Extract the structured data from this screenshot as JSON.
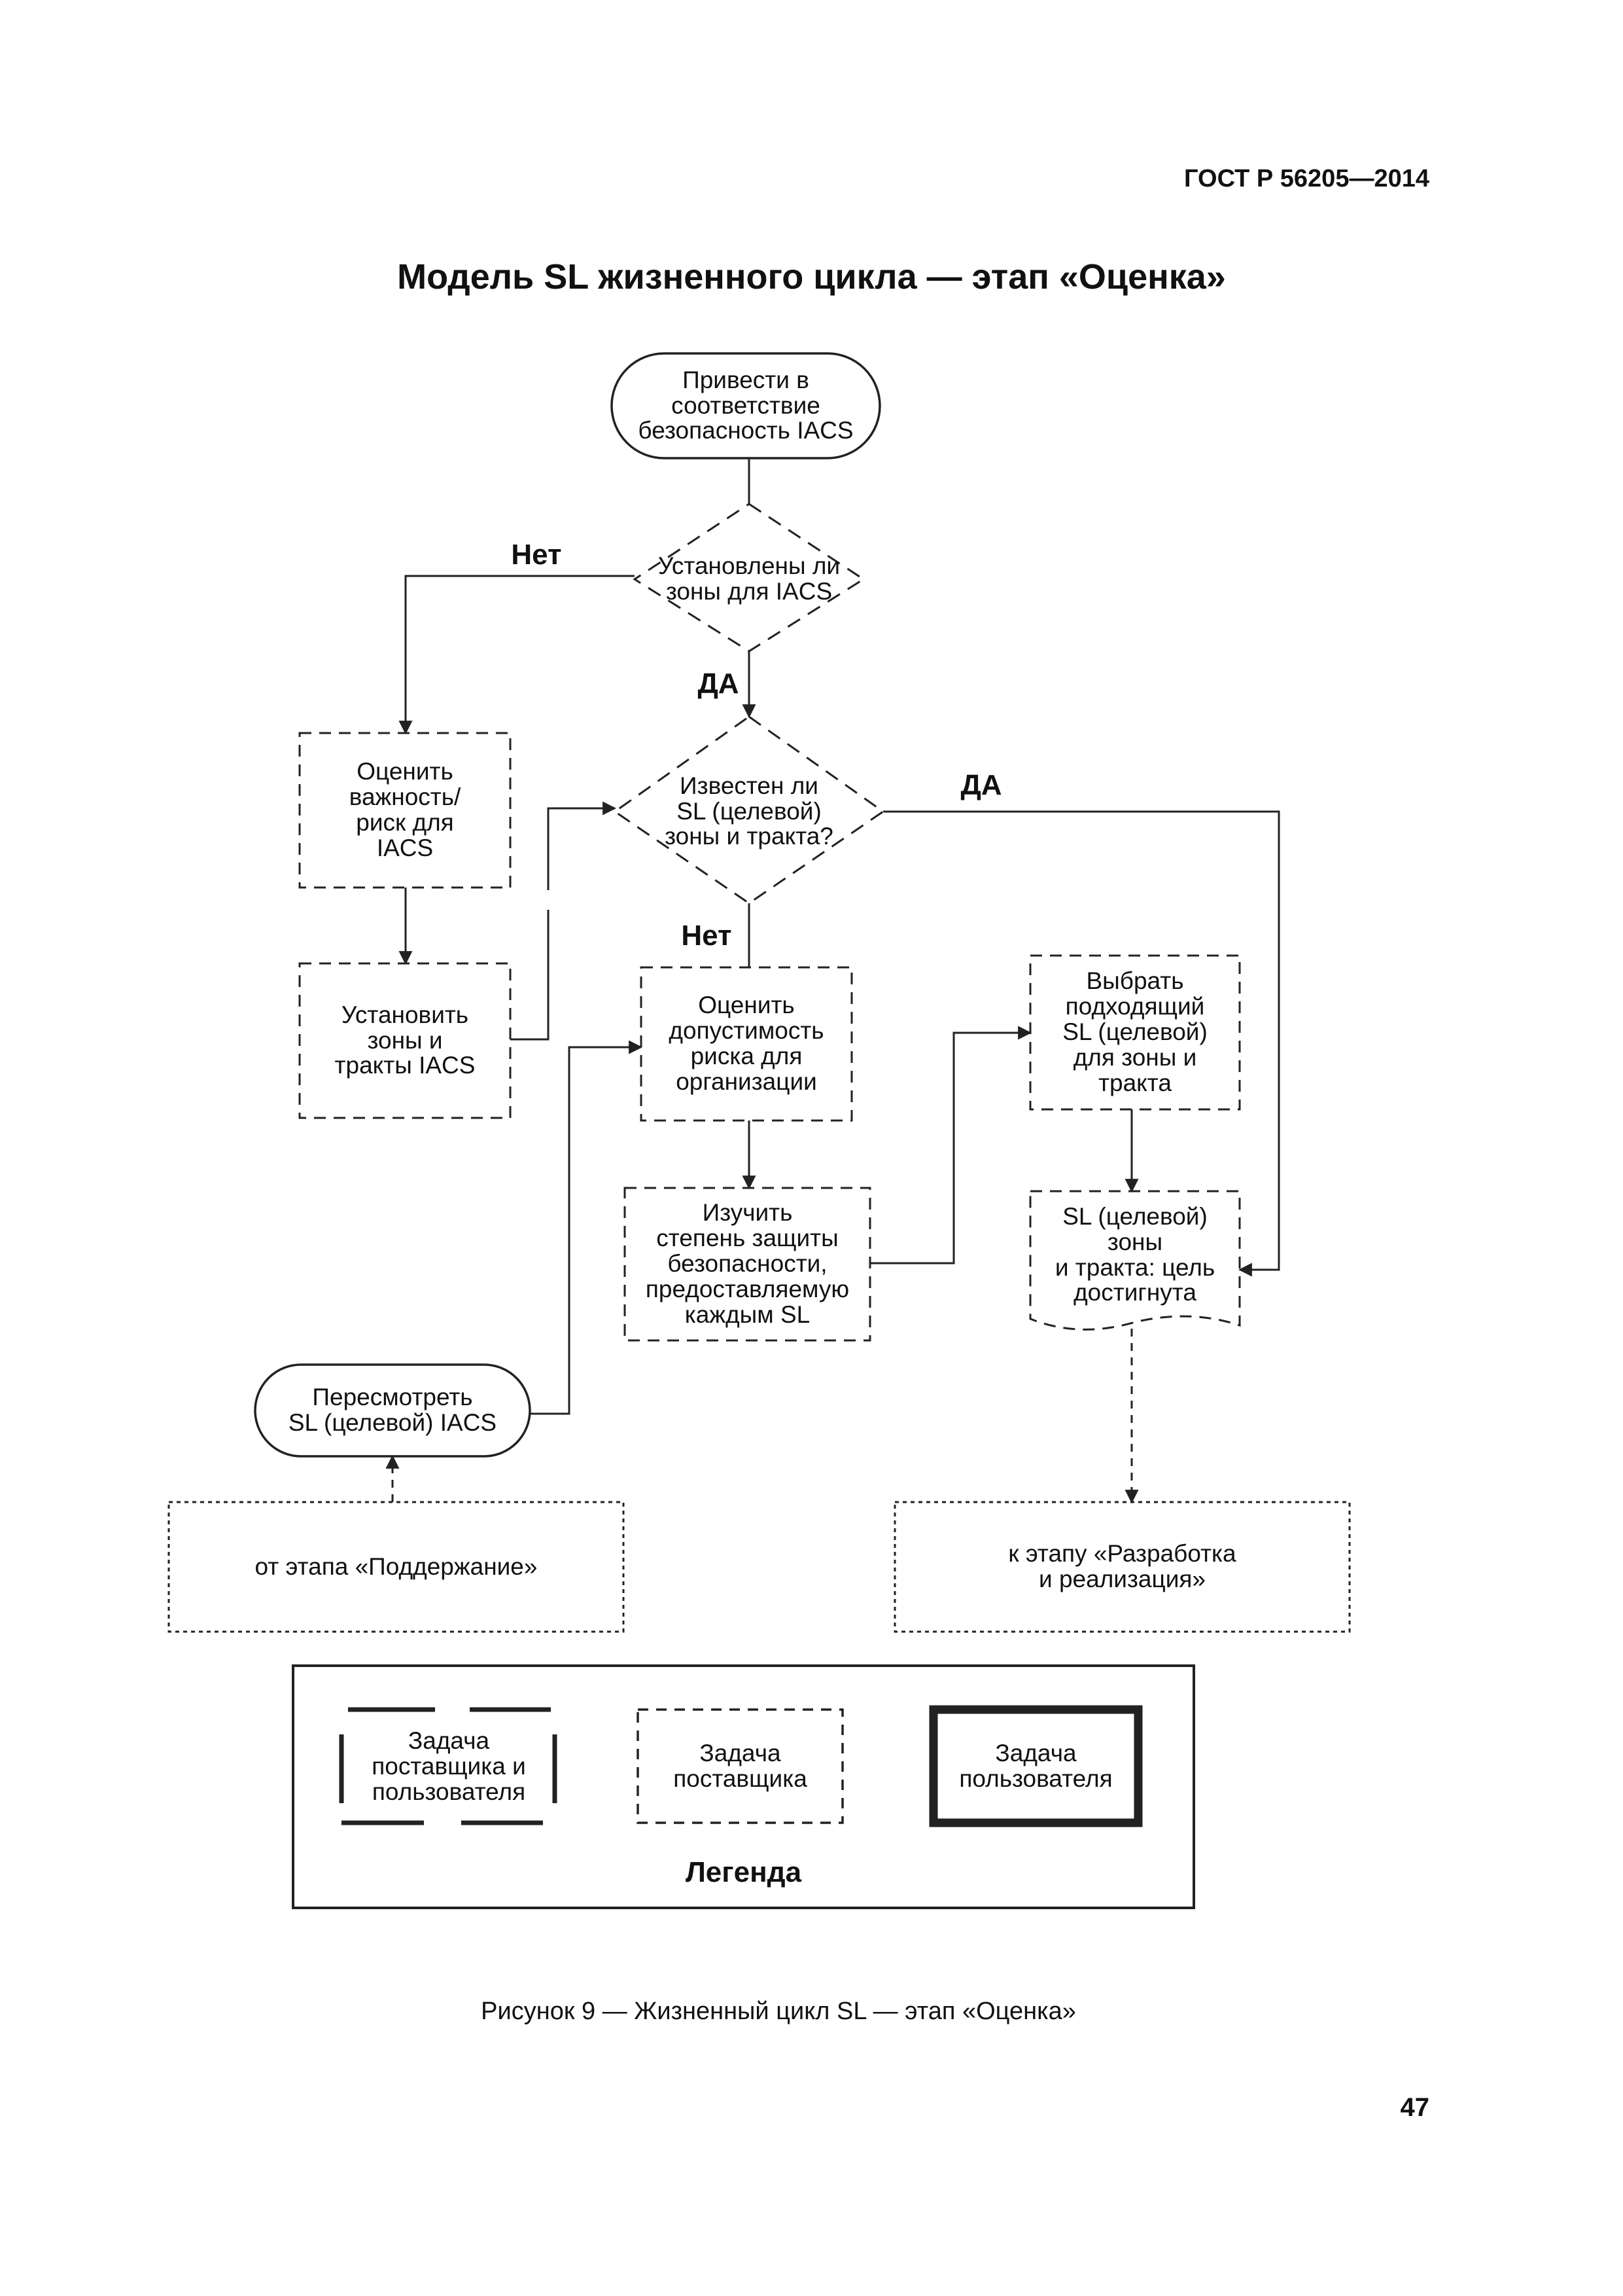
{
  "header": {
    "standard": "ГОСТ Р 56205—2014"
  },
  "title": "Модель SL жизненного цикла — этап «Оценка»",
  "nodes": {
    "start": "Привести в\nсоответствие\nбезопасность IACS",
    "zones_defined": "Установлены ли\nзоны для IACS",
    "sl_known": "Известен ли\nSL (целевой)\nзоны и тракта?",
    "assess_risk": "Оценить\nважность/\nриск для\nIACS",
    "set_zones": "Установить\nзоны и\nтракты IACS",
    "assess_tolerance": "Оценить\nдопустимость\nриска для\nорганизации",
    "study_protection": "Изучить\nстепень защиты\nбезопасности,\nпредоставляемую\nкаждым SL",
    "select_sl": "Выбрать\nподходящий\nSL (целевой)\nдля зоны и\nтракта",
    "goal_reached": "SL (целевой)\nзоны\nи тракта: цель\nдостигнута",
    "review_sl": "Пересмотреть\nSL (целевой) IACS",
    "from_maintenance": "от этапа «Поддержание»",
    "to_development": "к этапу «Разработка\nи реализация»"
  },
  "edge_labels": {
    "no_1": "Нет",
    "yes_1": "ДА",
    "yes_2": "ДА",
    "no_2": "Нет"
  },
  "legend": {
    "title": "Легенда",
    "supplier_and_user": "Задача\nпоставщика и\nпользователя",
    "supplier": "Задача\nпоставщика",
    "user": "Задача\nпользователя"
  },
  "caption": "Рисунок 9 — Жизненный цикл SL — этап «Оценка»",
  "page_number": "47"
}
